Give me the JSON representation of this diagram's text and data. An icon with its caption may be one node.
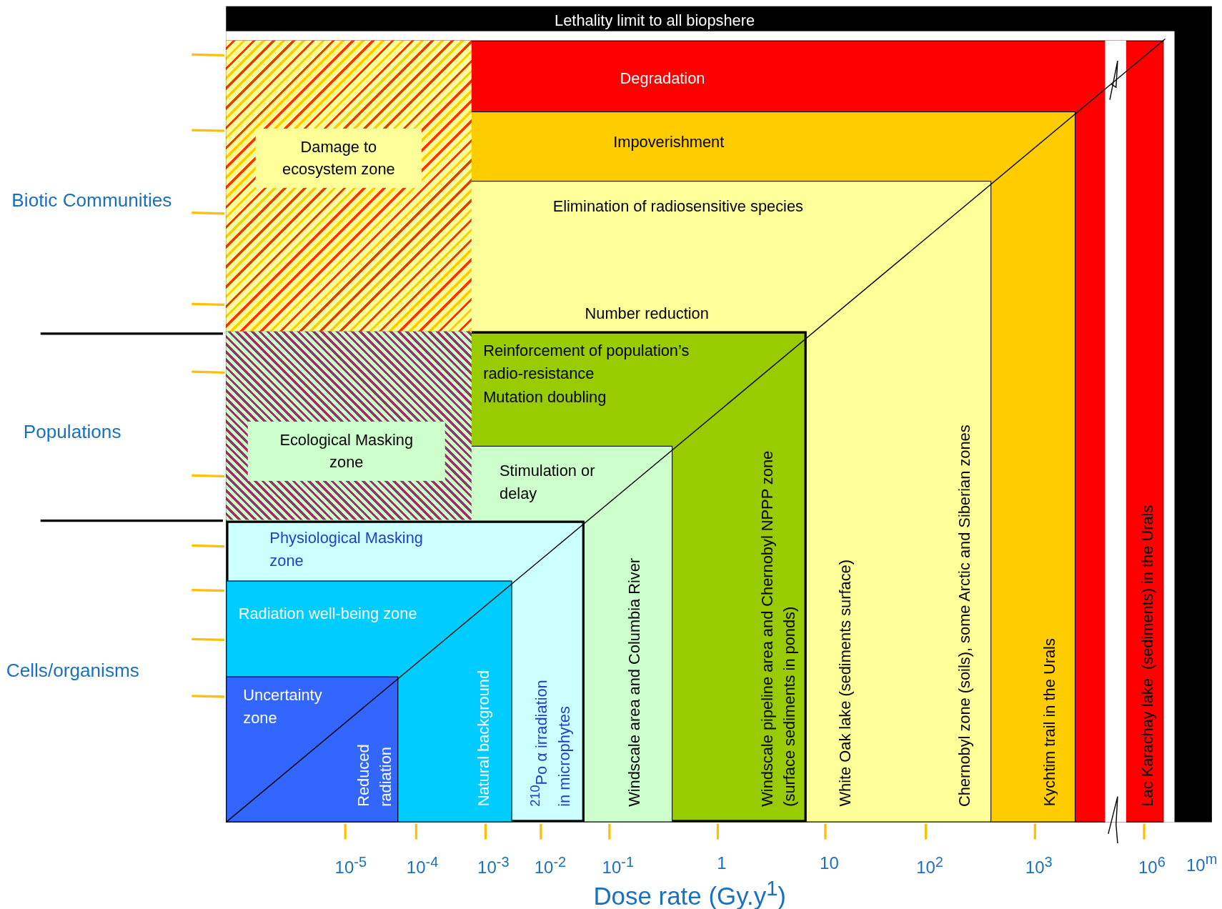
{
  "diagram": {
    "nodes": [
      {
        "text": [
          "Lethality limit to all biopshere"
        ]
      },
      {
        "text": [
          "Degradation",
          "Lac Karachay lake  (sediments) in the Urals"
        ],
        "in": 0
      },
      {
        "text": [
          "Impoverishment",
          "Kychtim trail in the Urals"
        ],
        "in": 1
      },
      {
        "text": [
          "Elimination of radiosensitive species",
          "Number reduction",
          "White Oak lake (sediments surface)",
          "Chernobyl zone (soils), some Arctic and Siberian zones"
        ],
        "in": 2
      },
      {
        "text": [
          "Damage to ecosystem zone"
        ],
        "in": 1
      },
      {
        "text": [
          "Reinforcement of population’s radio-resistance",
          "Mutation doubling",
          "Windscale pipeline area and Chernobyl NPPP zone (surface sediments in ponds)"
        ],
        "in": 3
      },
      {
        "text": [
          "Stimulation or delay",
          "Windscale area and Columbia River"
        ],
        "in": 5
      },
      {
        "text": [
          "Ecological Masking zone"
        ],
        "in": 5
      },
      {
        "text": [
          "Physiological Masking zone",
          "$^{210}$Po α irradiation in microphytes"
        ],
        "in": 6
      },
      {
        "text": [
          "Radiation well-being zone",
          "Natural background"
        ],
        "in": 8
      },
      {
        "text": [
          "Uncertainty zone",
          "Reduced radiation"
        ],
        "in": 9
      }
    ],
    "labels": [
      "Biotic Communities",
      "Populations",
      "Cells/organisms",
      "10$^{-5}$",
      "10$^{-4}$",
      "10$^{-3}$",
      "10$^{-2}$",
      "10$^{-1}$",
      "1",
      "10",
      "10$^{2}$",
      "10$^{3}$",
      "10$^{6}$",
      "10$^{m}$",
      "Dose rate (Gy.y$^{1}$)"
    ]
  }
}
